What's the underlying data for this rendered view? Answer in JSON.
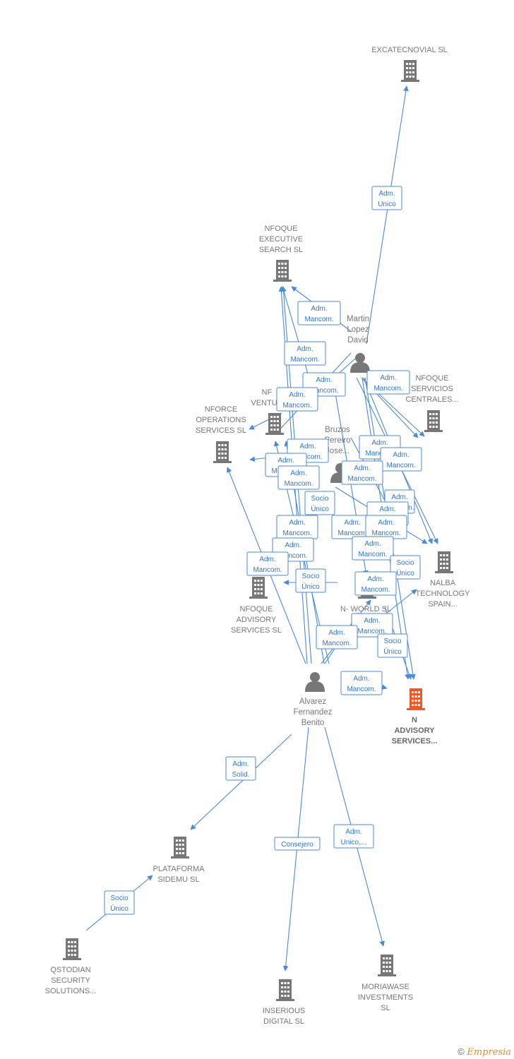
{
  "colors": {
    "edge": "#4a8ad8",
    "edge_text": "#3377cc",
    "company": "#777777",
    "focus": "#f0582a",
    "person": "#777777"
  },
  "companies": [
    {
      "id": "excatecnovial",
      "lines": [
        "EXCATECNOVIAL SL"
      ],
      "focus": false
    },
    {
      "id": "nfoque-executive",
      "lines": [
        "NFOQUE",
        "EXECUTIVE",
        "SEARCH SL"
      ],
      "focus": false
    },
    {
      "id": "nfoque-servicios",
      "lines": [
        "NFOQUE",
        "SERVICIOS",
        "CENTRALES..."
      ],
      "focus": false
    },
    {
      "id": "nforce-operations",
      "lines": [
        "NFORCE",
        "OPERATIONS",
        "SERVICES  SL"
      ],
      "focus": false
    },
    {
      "id": "nf-ventur",
      "lines": [
        "NF",
        "VENTUR"
      ],
      "focus": false
    },
    {
      "id": "nalba",
      "lines": [
        "NALBA",
        "TECHNOLOGY",
        "SPAIN..."
      ],
      "focus": false
    },
    {
      "id": "nfoque-advisory",
      "lines": [
        "NFOQUE",
        "ADVISORY",
        "SERVICES SL"
      ],
      "focus": false
    },
    {
      "id": "n-world",
      "lines": [
        "N- WORLD  SL"
      ],
      "focus": false
    },
    {
      "id": "n-advisory",
      "lines": [
        "N",
        "ADVISORY",
        "SERVICES..."
      ],
      "focus": true
    },
    {
      "id": "plataforma",
      "lines": [
        "PLATAFORMA",
        "SIDEMU  SL"
      ],
      "focus": false
    },
    {
      "id": "qstodian",
      "lines": [
        "QSTODIAN",
        "SECURITY",
        "SOLUTIONS..."
      ],
      "focus": false
    },
    {
      "id": "inserious",
      "lines": [
        "INSERIOUS",
        "DIGITAL  SL"
      ],
      "focus": false
    },
    {
      "id": "moriawase",
      "lines": [
        "MORIAWASE",
        "INVESTMENTS",
        "SL"
      ],
      "focus": false
    }
  ],
  "people": [
    {
      "id": "martin",
      "lines": [
        "Martin",
        "Lopez",
        "David"
      ]
    },
    {
      "id": "bruzos",
      "lines": [
        "Bruzos",
        "Pereiro",
        "Jose..."
      ]
    },
    {
      "id": "alvarez",
      "lines": [
        "Alvarez",
        "Fernandez",
        "Benito"
      ]
    }
  ],
  "edge_labels": [
    {
      "id": "e1",
      "lines": [
        "Adm.",
        "Unico"
      ]
    },
    {
      "id": "e2",
      "lines": [
        "Adm.",
        "Mancom."
      ]
    },
    {
      "id": "e3",
      "lines": [
        "Adm.",
        "Mancom."
      ]
    },
    {
      "id": "e4",
      "lines": [
        "Adm.",
        "Mancom."
      ]
    },
    {
      "id": "e5",
      "lines": [
        "Adm.",
        "Mancom."
      ]
    },
    {
      "id": "e6",
      "lines": [
        "Adm.",
        "Mancom."
      ]
    },
    {
      "id": "e7",
      "lines": [
        "Adm.",
        "Mancom."
      ]
    },
    {
      "id": "e8",
      "lines": [
        "Adm.",
        "Mancom."
      ]
    },
    {
      "id": "e9",
      "lines": [
        "Adm.",
        "Mancom."
      ]
    },
    {
      "id": "e10",
      "lines": [
        "Adm.",
        "Mancom."
      ]
    },
    {
      "id": "e11",
      "lines": [
        "Adm.",
        "Mancom."
      ]
    },
    {
      "id": "e12",
      "lines": [
        "Socio",
        "Único"
      ]
    },
    {
      "id": "e13",
      "lines": [
        "Adm.",
        "Mancom."
      ]
    },
    {
      "id": "e14",
      "lines": [
        "Adm.",
        "Mancom."
      ]
    },
    {
      "id": "e15",
      "lines": [
        "Adm.",
        "Mancom."
      ]
    },
    {
      "id": "e16",
      "lines": [
        "Adm.",
        "Mancom."
      ]
    },
    {
      "id": "e17",
      "lines": [
        "Adm.",
        "Mancom."
      ]
    },
    {
      "id": "e18",
      "lines": [
        "Adm.",
        "Mancom."
      ]
    },
    {
      "id": "e19",
      "lines": [
        "Adm.",
        "Mancom."
      ]
    },
    {
      "id": "e20",
      "lines": [
        "Adm.",
        "Mancom."
      ]
    },
    {
      "id": "e21",
      "lines": [
        "Socio",
        "Único"
      ]
    },
    {
      "id": "e22",
      "lines": [
        "Socio",
        "Único"
      ]
    },
    {
      "id": "e23",
      "lines": [
        "Adm.",
        "Mancom."
      ]
    },
    {
      "id": "e24",
      "lines": [
        "Adm.",
        "Mancom."
      ]
    },
    {
      "id": "e25",
      "lines": [
        "Adm.",
        "Mancom."
      ]
    },
    {
      "id": "e26",
      "lines": [
        "Adm.",
        "Mancom."
      ]
    },
    {
      "id": "e27",
      "lines": [
        "Socio",
        "Único"
      ]
    },
    {
      "id": "e28",
      "lines": [
        "Adm.",
        "Mancom."
      ]
    },
    {
      "id": "e29",
      "lines": [
        "Adm.",
        "Solid."
      ]
    },
    {
      "id": "e30",
      "lines": [
        "Consejero"
      ]
    },
    {
      "id": "e31",
      "lines": [
        "Adm.",
        "Unico,..."
      ]
    },
    {
      "id": "e32",
      "lines": [
        "Socio",
        "Único"
      ]
    }
  ],
  "footer": {
    "copyright": "©",
    "brand": "Empresia"
  }
}
